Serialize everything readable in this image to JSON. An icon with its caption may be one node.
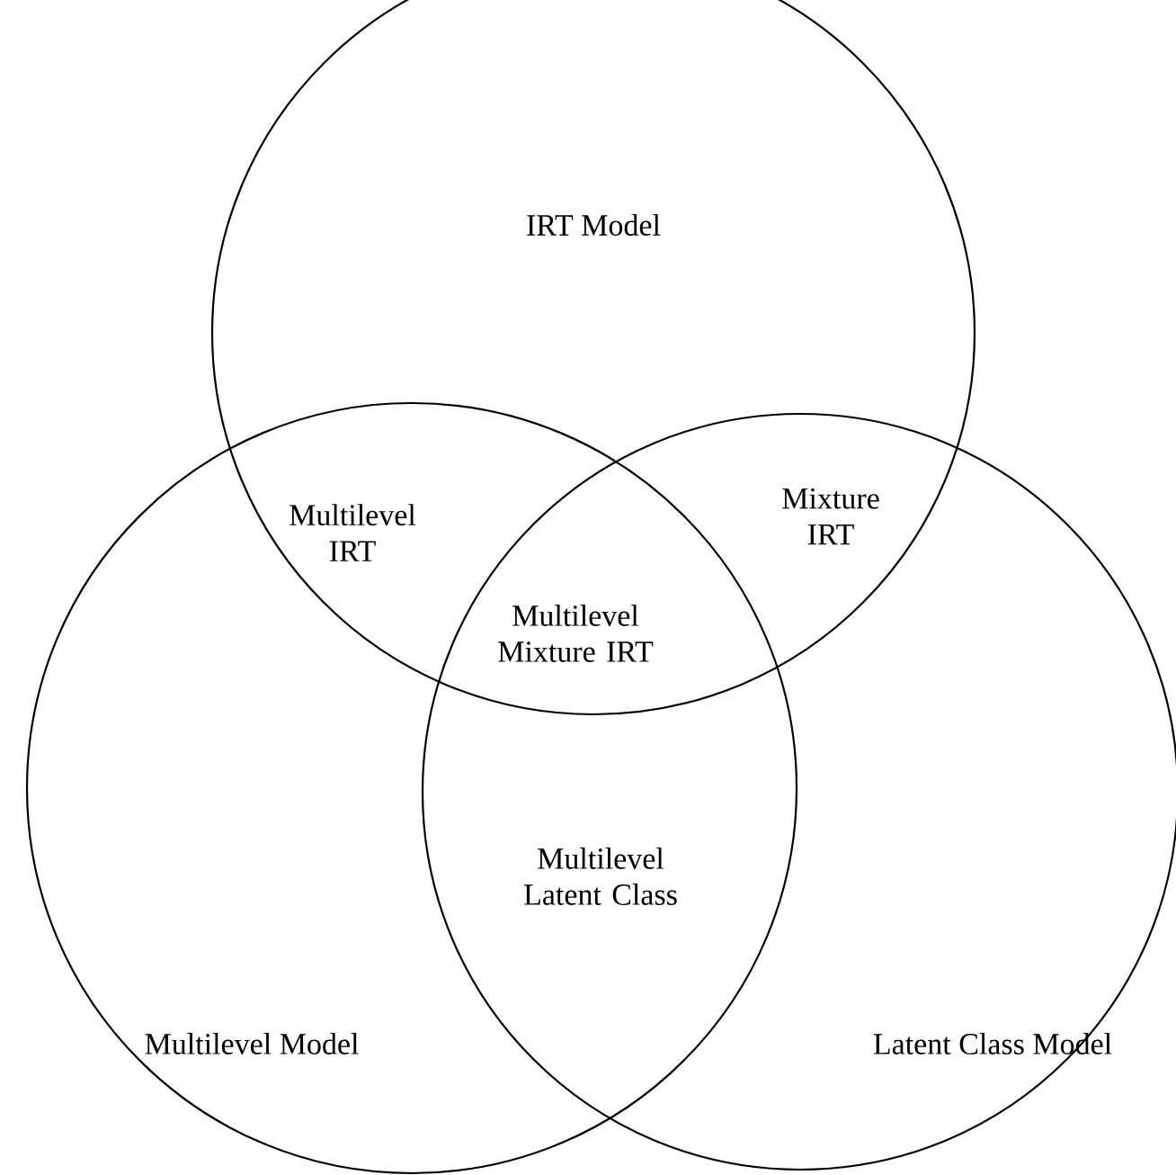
{
  "diagram": {
    "nodes": [
      {
        "text": [
          "IRT Model"
        ]
      },
      {
        "text": [
          "Multilevel Model"
        ]
      },
      {
        "text": [
          "Latent Class Model"
        ]
      }
    ],
    "labels": [
      "Multilevel IRT",
      "Mixture IRT",
      "Multilevel Mixture IRT",
      "Multilevel Latent Class"
    ]
  }
}
